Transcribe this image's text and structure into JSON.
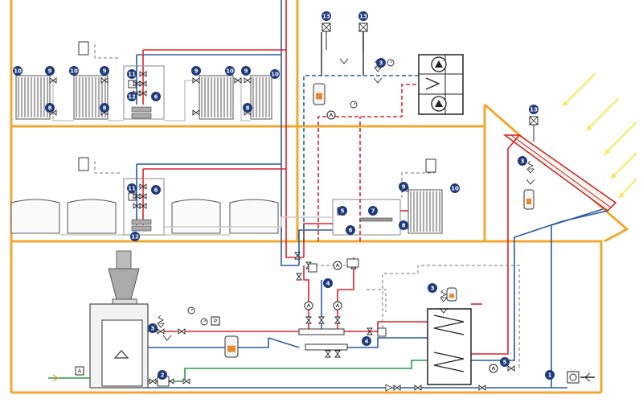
{
  "colors": {
    "building": "#f0a830",
    "supply": "#e0202a",
    "return": "#2a5aa0",
    "cold_water": "#2a5aa0",
    "hot_water": "#e0202a",
    "recirculation": "#e0202a",
    "ventilation": "#5577aa",
    "drain": "#777777",
    "gas": "#2a9a4a",
    "underfloor": "#cccccc",
    "badge": "#1e3a7a",
    "sun": "#f6e85a"
  },
  "badges": {
    "b1": "1",
    "b2": "2",
    "b3": "3",
    "b4": "4",
    "b5": "5",
    "b6": "6",
    "b7": "7",
    "b8": "8",
    "b9": "9",
    "b10": "10",
    "b11": "11",
    "b12": "12",
    "b13": "13"
  },
  "small_labels": {
    "meter": "A",
    "pressure_switch": "P"
  }
}
